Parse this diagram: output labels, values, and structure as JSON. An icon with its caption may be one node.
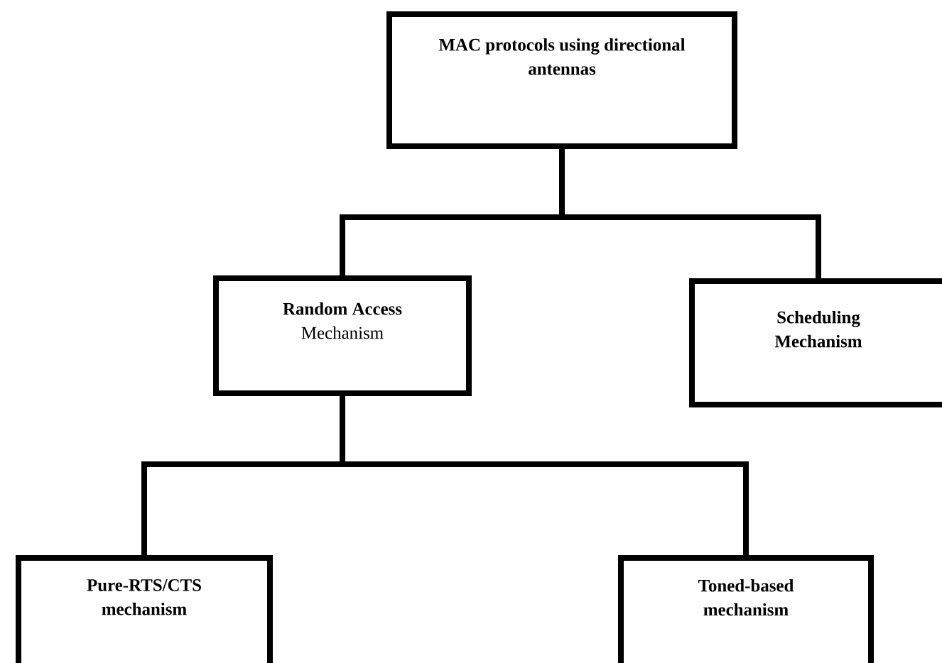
{
  "diagram": {
    "nodes": [
      {
        "text": [
          "MAC protocols using directional antennas"
        ]
      },
      {
        "text": [
          "**Random Access** Mechanism"
        ]
      },
      {
        "text": [
          "Scheduling Mechanism"
        ]
      },
      {
        "text": [
          "Pure-RTS/CTS mechanism"
        ]
      },
      {
        "text": [
          "Toned-based mechanism"
        ]
      }
    ],
    "edges": [
      {
        "from": 0,
        "to": 1,
        "arrow": "none"
      },
      {
        "from": 0,
        "to": 2,
        "arrow": "none"
      },
      {
        "from": 1,
        "to": 3,
        "arrow": "none"
      },
      {
        "from": 1,
        "to": 4,
        "arrow": "none"
      }
    ]
  }
}
